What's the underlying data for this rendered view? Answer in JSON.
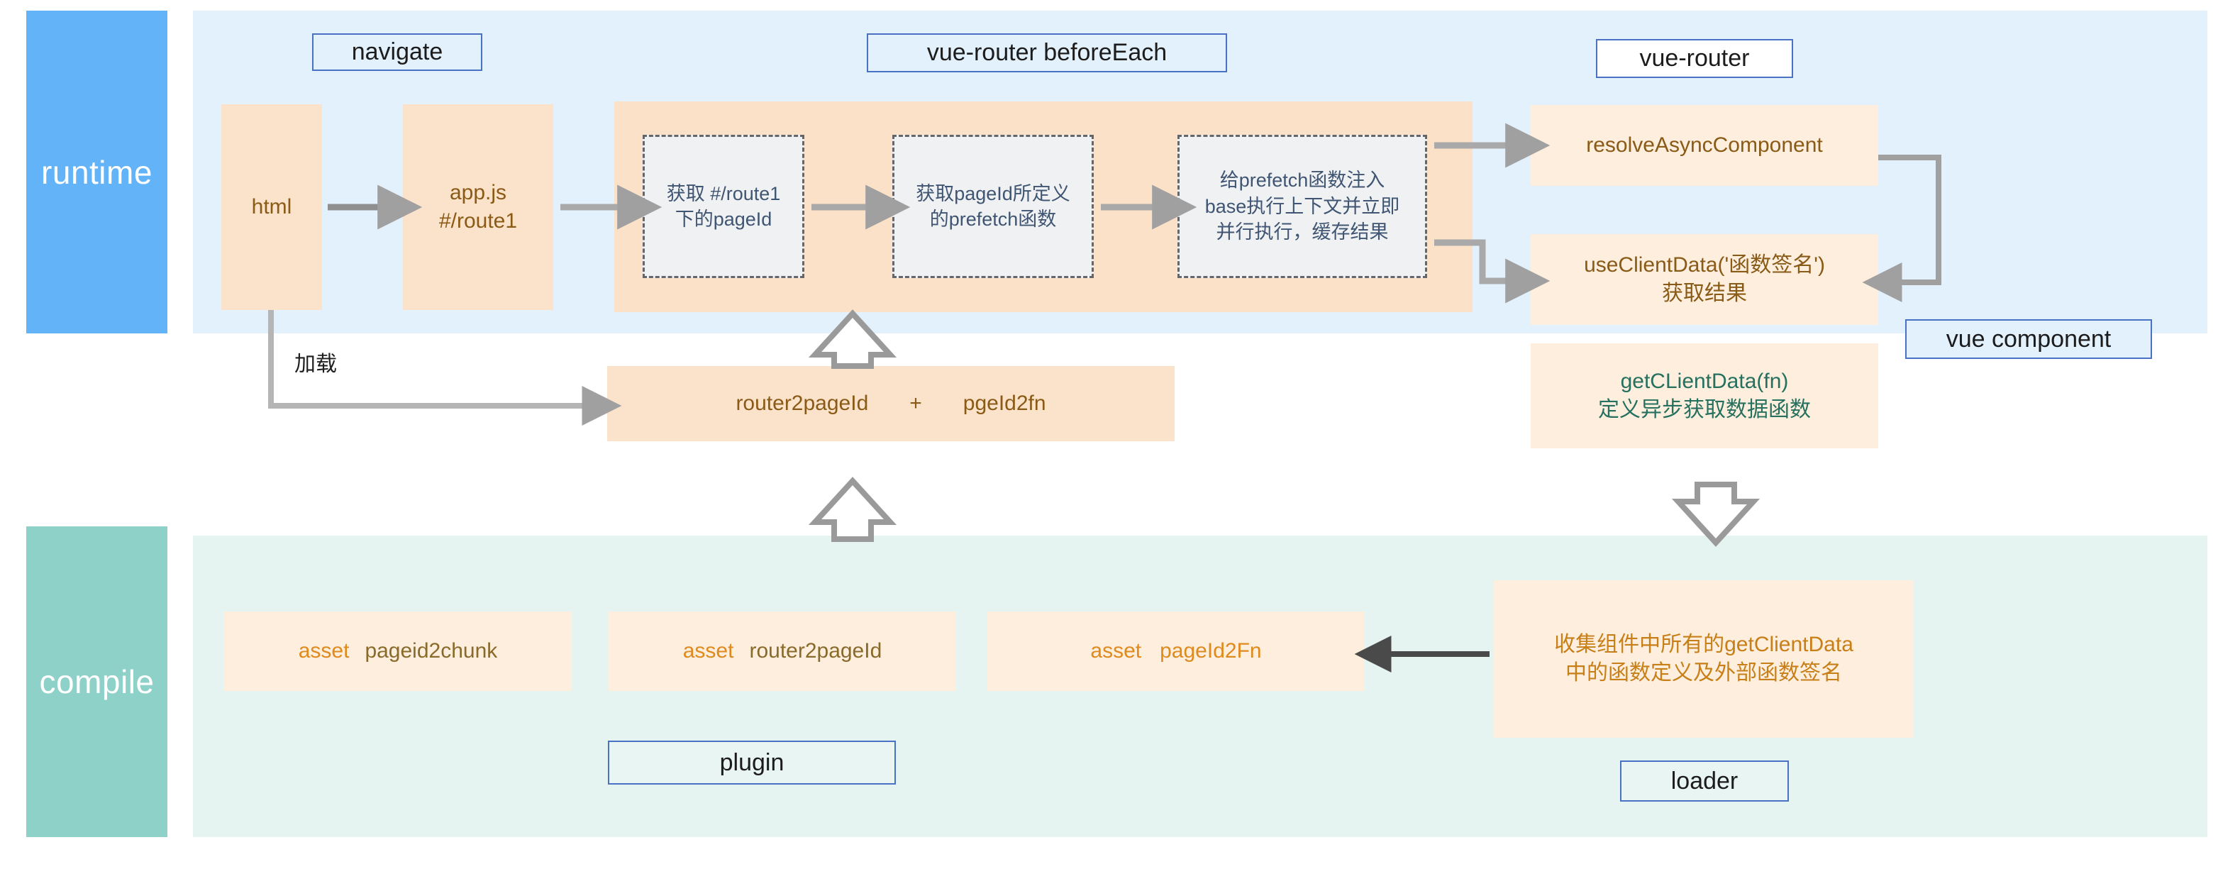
{
  "diagram": {
    "title": "vue prefetch runtime / compile architecture",
    "colors": {
      "runtime_sidebar": "#63b3f8",
      "compile_sidebar": "#8ed1c8",
      "runtime_panel": "#e3f1fd",
      "compile_panel": "#e6f4f1",
      "node_fill": "#fbe3cb",
      "group_fill": "#fbe1c8",
      "dashed_fill": "#f0f1f2",
      "tag_border": "#4a72c4",
      "arrow_gray": "#9a9a9a",
      "arrow_dark": "#4a4a4a",
      "teal_text": "#25705f",
      "brown_text": "#8a5a17",
      "orange_text": "#e08a1e"
    }
  },
  "lanes": {
    "runtime": {
      "label": "runtime"
    },
    "compile": {
      "label": "compile"
    }
  },
  "tags": {
    "navigate": "navigate",
    "vue_router_before_each": "vue-router beforeEach",
    "vue_router": "vue-router",
    "vue_component": "vue component",
    "plugin": "plugin",
    "loader": "loader"
  },
  "runtime_nodes": {
    "html": "html",
    "appjs_line1": "app.js",
    "appjs_line2": "#/route1",
    "step1_line1": "获取 #/route1",
    "step1_line2": "下的pageId",
    "step2_line1": "获取pageId所定义",
    "step2_line2": "的prefetch函数",
    "step3_line1": "给prefetch函数注入",
    "step3_line2": "base执行上下文并立即",
    "step3_line3": "并行执行，缓存结果",
    "resolve_async": "resolveAsyncComponent",
    "use_client_data_line1": "useClientData('函数签名')",
    "use_client_data_line2": "获取结果",
    "get_client_data_line1": "getCLientData(fn)",
    "get_client_data_line2": "定义异步获取数据函数",
    "router2pageid_left": "router2pageId",
    "router2pageid_plus": "+",
    "router2pageid_right": "pgeId2fn"
  },
  "compile_nodes": {
    "asset1_prefix": "asset",
    "asset1_name": "pageid2chunk",
    "asset2_prefix": "asset",
    "asset2_name": "router2pageId",
    "asset3_prefix": "asset",
    "asset3_name": "pageId2Fn",
    "loader_desc_line1": "收集组件中所有的getClientData",
    "loader_desc_line2": "中的函数定义及外部函数签名"
  },
  "edge_labels": {
    "load": "加载"
  }
}
